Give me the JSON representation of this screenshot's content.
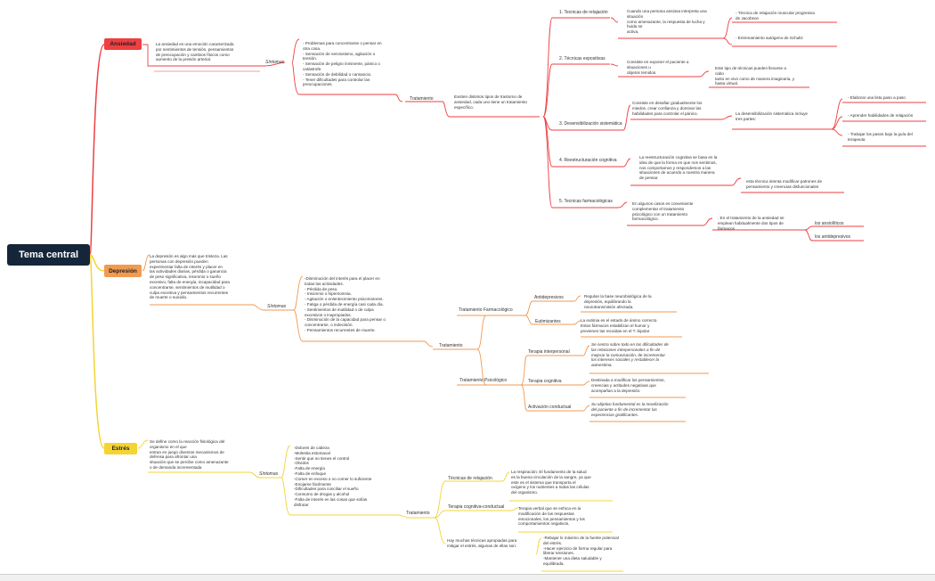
{
  "central": "Tema central",
  "colors": {
    "dark": "#15263a",
    "red": "#ee3f42",
    "orange": "#f19a52",
    "yellow": "#f4d433"
  },
  "anxiety": {
    "title": "Ansiedad",
    "definition": "La ansiedad es una emoción caracterizada\npor sentimientos de tensión, pensamientos\nde preocupación y cambios físicos como\naumento de la presión arterial.",
    "symptoms_label": "Síntomas",
    "symptoms": "- Problemas para concentrarse o pensar en\notra cosa.\n- Sensación de nerviosismo, agitación o\ntensión.\n- Sensación de peligro inminente, pánico o\ncatástrofe.\n- Sensación de debilidad o cansancio.\n- Tener dificultades para controlar las\npreocupaciones.",
    "treatment_label": "Tratamiento",
    "treatment_text": "Existen distintos tipos de trastorno de\nansiedad, cada uno tiene un tratamiento\nespecífico.",
    "t1_label": "1.  Tecnicas de relajación",
    "t1_text": "Cuando una persona ansiosa interpreta una\nsituación\ncomo amenazante, la respuesta de lucha y\nhuida se\nactiva,",
    "t1_a": "- Técnica de relajación muscular progresiva\nde Jacobson",
    "t1_b": "- Entrenamiento autógeno de Schultz",
    "t2_label": "2.  Técnicas expositivas",
    "t2_text": "Consiste en exponer el paciente a\nsituaciones u\nobjetos temidos.",
    "t2_a": "Este tipo de técnicas pueden llevarse a\ncabo\ntanto en vivo como de manera imaginaria, y\nhasta virtual.",
    "t3_label": "3.  Desensibilización sistemática",
    "t3_text": "Consiste en desafiar gradualmente los\nmiedos, crear confianza y dominar las\nhabilidades para controlar el pánico.",
    "t3_a": "La desensibilización sistemática incluye\ntres partes:",
    "t3_p1": "- Elaborar una lista paso a paso",
    "t3_p2": "- Aprender habilidades de relajación",
    "t3_p3": "- Trabajar los pasos bajo la guía del\nterapeuta",
    "t4_label": "4.  Reestructuración cognitiva",
    "t4_text": "La reestructuración cognitiva se basa en la\nidea de que la forma en que nos sentimos,\nnos comportamos y respondemos a las\nsituaciones de acuerdo a nuestra manera\nde pensar.",
    "t4_a": "esta técnica intenta modificar patrones de\npensamiento y creencias disfuncionales",
    "t5_label": "5.  Tecnicas farmacológicas",
    "t5_text": "En algunos casos es conveniente\ncomplementar el tratamiento\npsicológico con un tratamiento\nfarmacológico.",
    "t5_a": ". En el tratamiento de la ansiedad se\nemplean habitualmente dos tipos de\nfármacos",
    "t5_d1": "los ansiolíticos",
    "t5_d2": "los antidepresivos"
  },
  "depression": {
    "title": "Depresión",
    "definition": "La depresión es algo más que tristeza. Las\npersonas con depresión pueden\nexperimentar falta de interés y placer en\nlas actividades diarias, pérdida o ganancia\nde peso significativa, insomnio o sueño\nexcesivo, falta de energía, incapacidad para\nconcentrarse, sentimientos de inutilidad o\nculpa excesiva y pensamientos recurrentes\nde muerte o suicidio.",
    "symptoms_label": "Síntomas",
    "symptoms": "-Disminución del interés para el placer en\ntodas las actividades.\n- Pérdida de peso.\n- Insomnio o hipersomnia.\n- Agitación o enlentecimiento psicomotores.\n- Fatiga o pérdida de energía casi cada día.\n- Sentimientos de inutilidad o de culpa\nexcesivos o inapropiados.\n- Disminución de la capacidad para pensar o\nconcentrarse, o indecisión.\n- Pensamientos recurrentes de muerte.",
    "treatment_label": "Tratamiento",
    "pharma_label": "Tratamiento Farmacológico",
    "antidep_label": "Antidepresivos",
    "antidep_text": "Regulan la base neurobiológica de la\ndepresión, equilibrando la\nneurotransmisión afectada.",
    "eutim_label": "Eutimizantes",
    "eutim_text": "La eutimia es el estado de ánimo correcto.\nEstos fármacos estabilizan el humor y\nprevienen las recaídas en el T. bipolar",
    "psych_label": "Tratamiento Psicológico",
    "interp_label": "Terapia interpersonal",
    "interp_text": "Se centra sobre todo en las dificultades de\nlas relaciones interpersonales a fin de\nmejorar la comunicación, de incrementar\nlos intereses sociales y restablecer la\nautoestima.",
    "cog_label": "Terapia cognitiva",
    "cog_text": "Destinada a modificar los pensamientos,\ncreencias y actitudes negativas que\nacompañan a la depresión.",
    "act_label": "Activación conductual",
    "act_text": "Su objetivo fundamental es la movilización\ndel paciente a fin de incrementar las\nexperiencias gratificantes."
  },
  "stress": {
    "title": "Estrés",
    "definition": "Se define como la reacción fisiológica del\norganismo en el que\nentran en juego diversos mecanismos de\ndefensa para afrontar una\nsituación que se percibe como amenazante\no de demanda incrementada",
    "symptoms_label": "Síntomas",
    "symptoms": "-Dolores de cabeza\n-Molestia estomacal\n-Sentir que no tienes el control\n-Olvidos\n-Falta de energía\n-Falta de enfoque\n-Comer en exceso o no comer lo suficiente\n-Enojarse fácilmente\n-Dificultades para conciliar el sueño\n-Consumo de drogas y alcohol\n-Falta de interés en las cosas que solías\ndisfrutar",
    "treatment_label": "Tratamiento",
    "relax_label": "Técnicas de relajación",
    "relax_text": "La respiración: El fundamento de la salud\nes la buena circulación de la sangre, ya que\neste es el sistema que transporta el\noxígeno y los nutrientes a todas las células\ndel organismo.",
    "cbt_label": "Terapia cognitiva-conductual",
    "cbt_text": "Terapia verbal que se enfoca en la\nmodificación de las respuestas\nemocionales, los pensamientos y los\ncomportamientos negativos.",
    "many_label": "Hay muchas técnicas apropiadas para\nmitigar el estrés, algunas de ellas son:",
    "many_text": "-Rebajar lo máximo de la fuente potencial\ndel estrés.\n-Hacer ejercicio de forma regular para\nliberar tensiones.\n-Mantener una dieta saludable y\nequilibrada."
  }
}
